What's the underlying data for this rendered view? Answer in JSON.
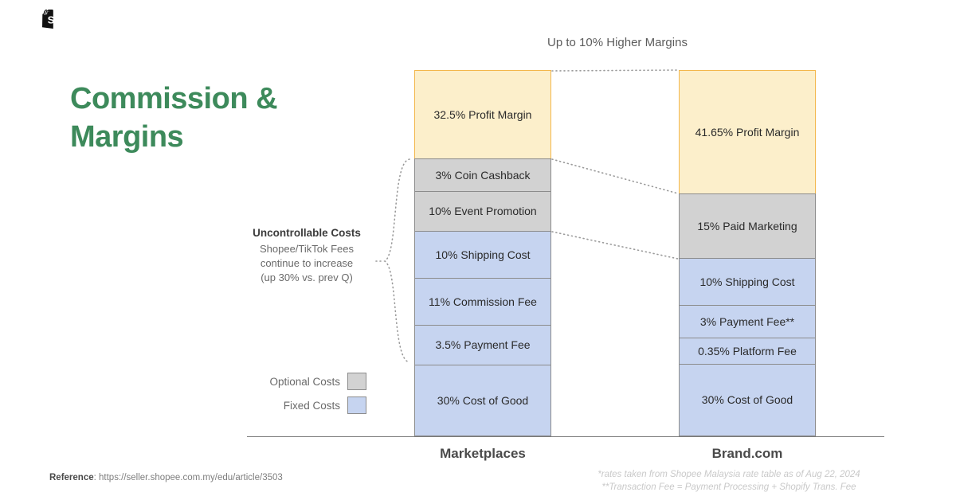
{
  "brand": {
    "logo_icon": "shopify-bag-icon"
  },
  "title": {
    "line1": "Commission &",
    "line2": "Margins",
    "color": "#3D8A5B"
  },
  "headline": "Up to 10% Higher Margins",
  "annotation": {
    "title": "Uncontrollable Costs",
    "line1": "Shopee/TikTok Fees",
    "line2": "continue to increase",
    "line3": "(up 30% vs. prev Q)"
  },
  "legend": {
    "items": [
      {
        "label": "Optional Costs",
        "swatch": "#D2D2D2"
      },
      {
        "label": "Fixed Costs",
        "swatch": "#C6D4F0"
      }
    ]
  },
  "axis": {
    "left": "Marketplaces",
    "right": "Brand.com"
  },
  "footer": {
    "reference_label": "Reference",
    "reference_url": "https://seller.shopee.com.my/edu/article/3503",
    "note1": "*rates taken from Shopee Malaysia rate table as of Aug 22, 2024",
    "note2": "**Transaction Fee = Payment Processing + Shopify Trans. Fee"
  },
  "colors": {
    "profit_fill": "#FCEFCB",
    "profit_border": "#F3B74C",
    "optional_fill": "#D2D2D2",
    "fixed_fill": "#C6D4F0",
    "segment_border": "#8C8C8C",
    "brand_green": "#3D8A5B"
  },
  "chart_data": {
    "type": "bar",
    "title": "Up to 10% Higher Margins",
    "subtitle": "Commission & Margins",
    "xlabel": "",
    "ylabel": "",
    "ylim": [
      0,
      100
    ],
    "stacked": true,
    "legend": [
      "Optional Costs",
      "Fixed Costs"
    ],
    "legend_position": "left",
    "grid": false,
    "categories": [
      "Marketplaces",
      "Brand.com"
    ],
    "series": [
      {
        "name": "Marketplaces",
        "segments": [
          {
            "label": "32.5% Profit Margin",
            "value": 32.5,
            "kind": "profit"
          },
          {
            "label": "3% Coin Cashback",
            "value": 3,
            "kind": "optional"
          },
          {
            "label": "10% Event Promotion",
            "value": 10,
            "kind": "optional"
          },
          {
            "label": "10% Shipping Cost",
            "value": 10,
            "kind": "fixed"
          },
          {
            "label": "11% Commission Fee",
            "value": 11,
            "kind": "fixed"
          },
          {
            "label": "3.5% Payment Fee",
            "value": 3.5,
            "kind": "fixed"
          },
          {
            "label": "30% Cost of Good",
            "value": 30,
            "kind": "fixed"
          }
        ]
      },
      {
        "name": "Brand.com",
        "segments": [
          {
            "label": "41.65% Profit Margin",
            "value": 41.65,
            "kind": "profit"
          },
          {
            "label": "15% Paid Marketing",
            "value": 15,
            "kind": "optional"
          },
          {
            "label": "10% Shipping Cost",
            "value": 10,
            "kind": "fixed"
          },
          {
            "label": "3% Payment Fee**",
            "value": 3,
            "kind": "fixed"
          },
          {
            "label": "0.35% Platform Fee",
            "value": 0.35,
            "kind": "fixed"
          },
          {
            "label": "30% Cost of Good",
            "value": 30,
            "kind": "fixed"
          }
        ]
      }
    ],
    "annotations": [
      "Uncontrollable Costs — Shopee/TikTok Fees continue to increase (up 30% vs. prev Q)"
    ]
  }
}
